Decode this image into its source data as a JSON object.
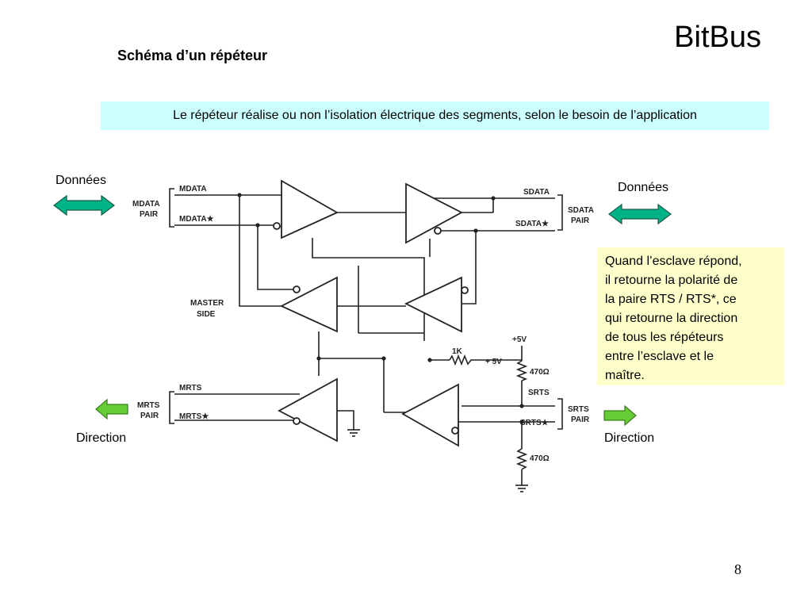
{
  "slide": {
    "title": "BitBus",
    "subtitle": "Schéma d’un répéteur",
    "banner": "Le répéteur réalise ou non l’isolation électrique des segments, selon le besoin de l’application",
    "note_lines": [
      "Quand l’esclave répond,",
      "il retourne la polarité de",
      "la paire RTS / RTS*, ce",
      "qui retourne la direction",
      "de tous les répéteurs",
      "entre l’esclave et le",
      "maître."
    ],
    "page_number": "8"
  },
  "labels": {
    "donnees_left": "Données",
    "donnees_right": "Données",
    "direction_left": "Direction",
    "direction_right": "Direction"
  },
  "colors": {
    "banner_bg": "#ccffff",
    "note_bg": "#ffffcc",
    "data_arrow": "#00b386",
    "direction_arrow": "#66cc33"
  },
  "schematic": {
    "mdata": "MDATA",
    "mdata_star": "MDATA★",
    "mdata_pair_1": "MDATA",
    "mdata_pair_2": "PAIR",
    "sdata": "SDATA",
    "sdata_star": "SDATA★",
    "sdata_pair_1": "SDATA",
    "sdata_pair_2": "PAIR",
    "master_side_1": "MASTER",
    "master_side_2": "SIDE",
    "mrts": "MRTS",
    "mrts_star": "MRTS★",
    "mrts_pair_1": "MRTS",
    "mrts_pair_2": "PAIR",
    "srts": "SRTS",
    "srts_star": "SRTS★",
    "srts_pair_1": "SRTS",
    "srts_pair_2": "PAIR",
    "r1k": "1K",
    "plus5v_a": "+5V",
    "plus5v_b": "+ 5V",
    "r470_top": "470Ω",
    "r470_bottom": "470Ω"
  }
}
